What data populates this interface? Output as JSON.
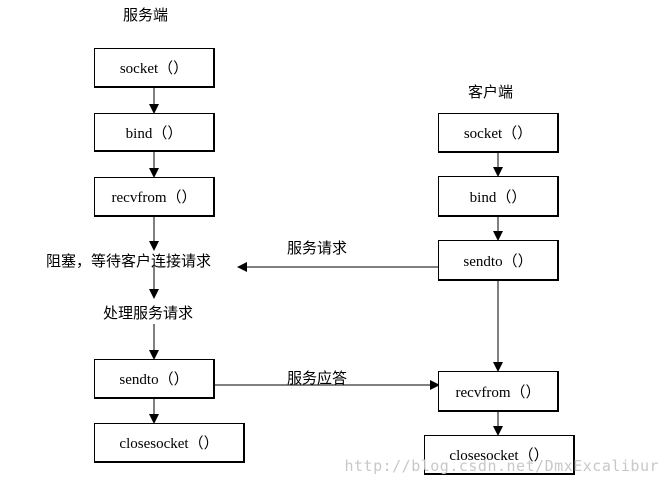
{
  "colors": {
    "line": "#000000",
    "box_fill": "#ffffff",
    "watermark": "#c8c8c8"
  },
  "server": {
    "title": "服务端",
    "socket": "socket（）",
    "bind": "bind（）",
    "recvfrom": "recvfrom（）",
    "block": "阻塞，等待客户连接请求",
    "process": "处理服务请求",
    "sendto": "sendto（）",
    "closesocket": "closesocket（）"
  },
  "client": {
    "title": "客户端",
    "socket": "socket（）",
    "bind": "bind（）",
    "sendto": "sendto（）",
    "recvfrom": "recvfrom（）",
    "closesocket": "closesocket（）"
  },
  "arrows": {
    "request": "服务请求",
    "response": "服务应答"
  },
  "watermark": "http://blog.csdn.net/DmxExcalibur"
}
